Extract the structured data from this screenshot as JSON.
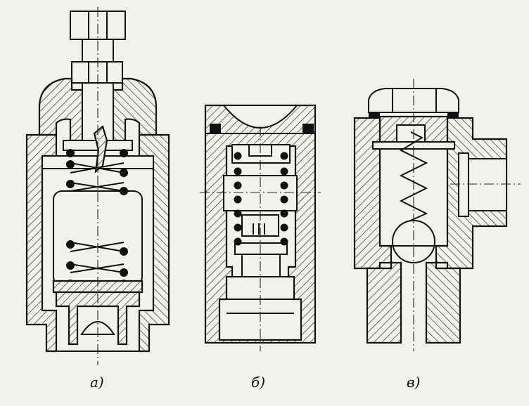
{
  "captions": {
    "a": "а)",
    "b": "б)",
    "c": "в)"
  }
}
